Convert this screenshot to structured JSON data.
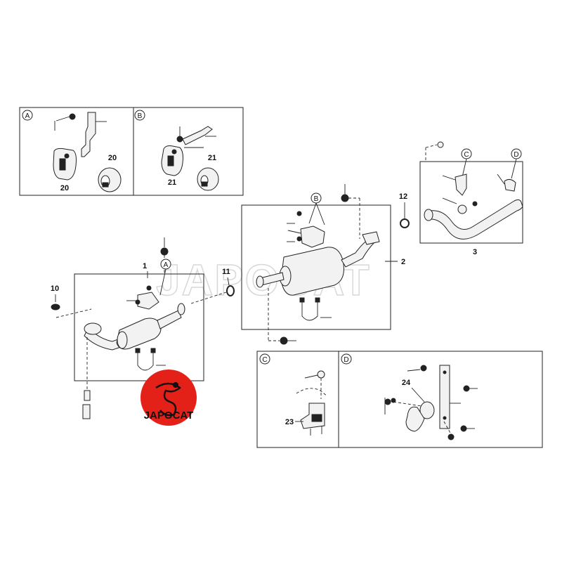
{
  "detail_views": {
    "a": {
      "letter": "A",
      "part_numbers": [
        "20",
        "20"
      ]
    },
    "b": {
      "letter": "B",
      "part_numbers": [
        "21",
        "21"
      ]
    },
    "c": {
      "letter": "C",
      "part_numbers": [
        "23"
      ]
    },
    "d": {
      "letter": "D",
      "part_numbers": [
        "24"
      ]
    }
  },
  "callouts": {
    "main_a": "A",
    "main_b": "B",
    "pipe_c": "C",
    "pipe_d": "D"
  },
  "parts": {
    "p1": "1",
    "p2": "2",
    "p3": "3",
    "p10": "10",
    "p11": "11",
    "p12": "12"
  },
  "watermark": "JAPOCAT",
  "logo": {
    "text": "JAPOCAT",
    "color": "#e32119"
  }
}
